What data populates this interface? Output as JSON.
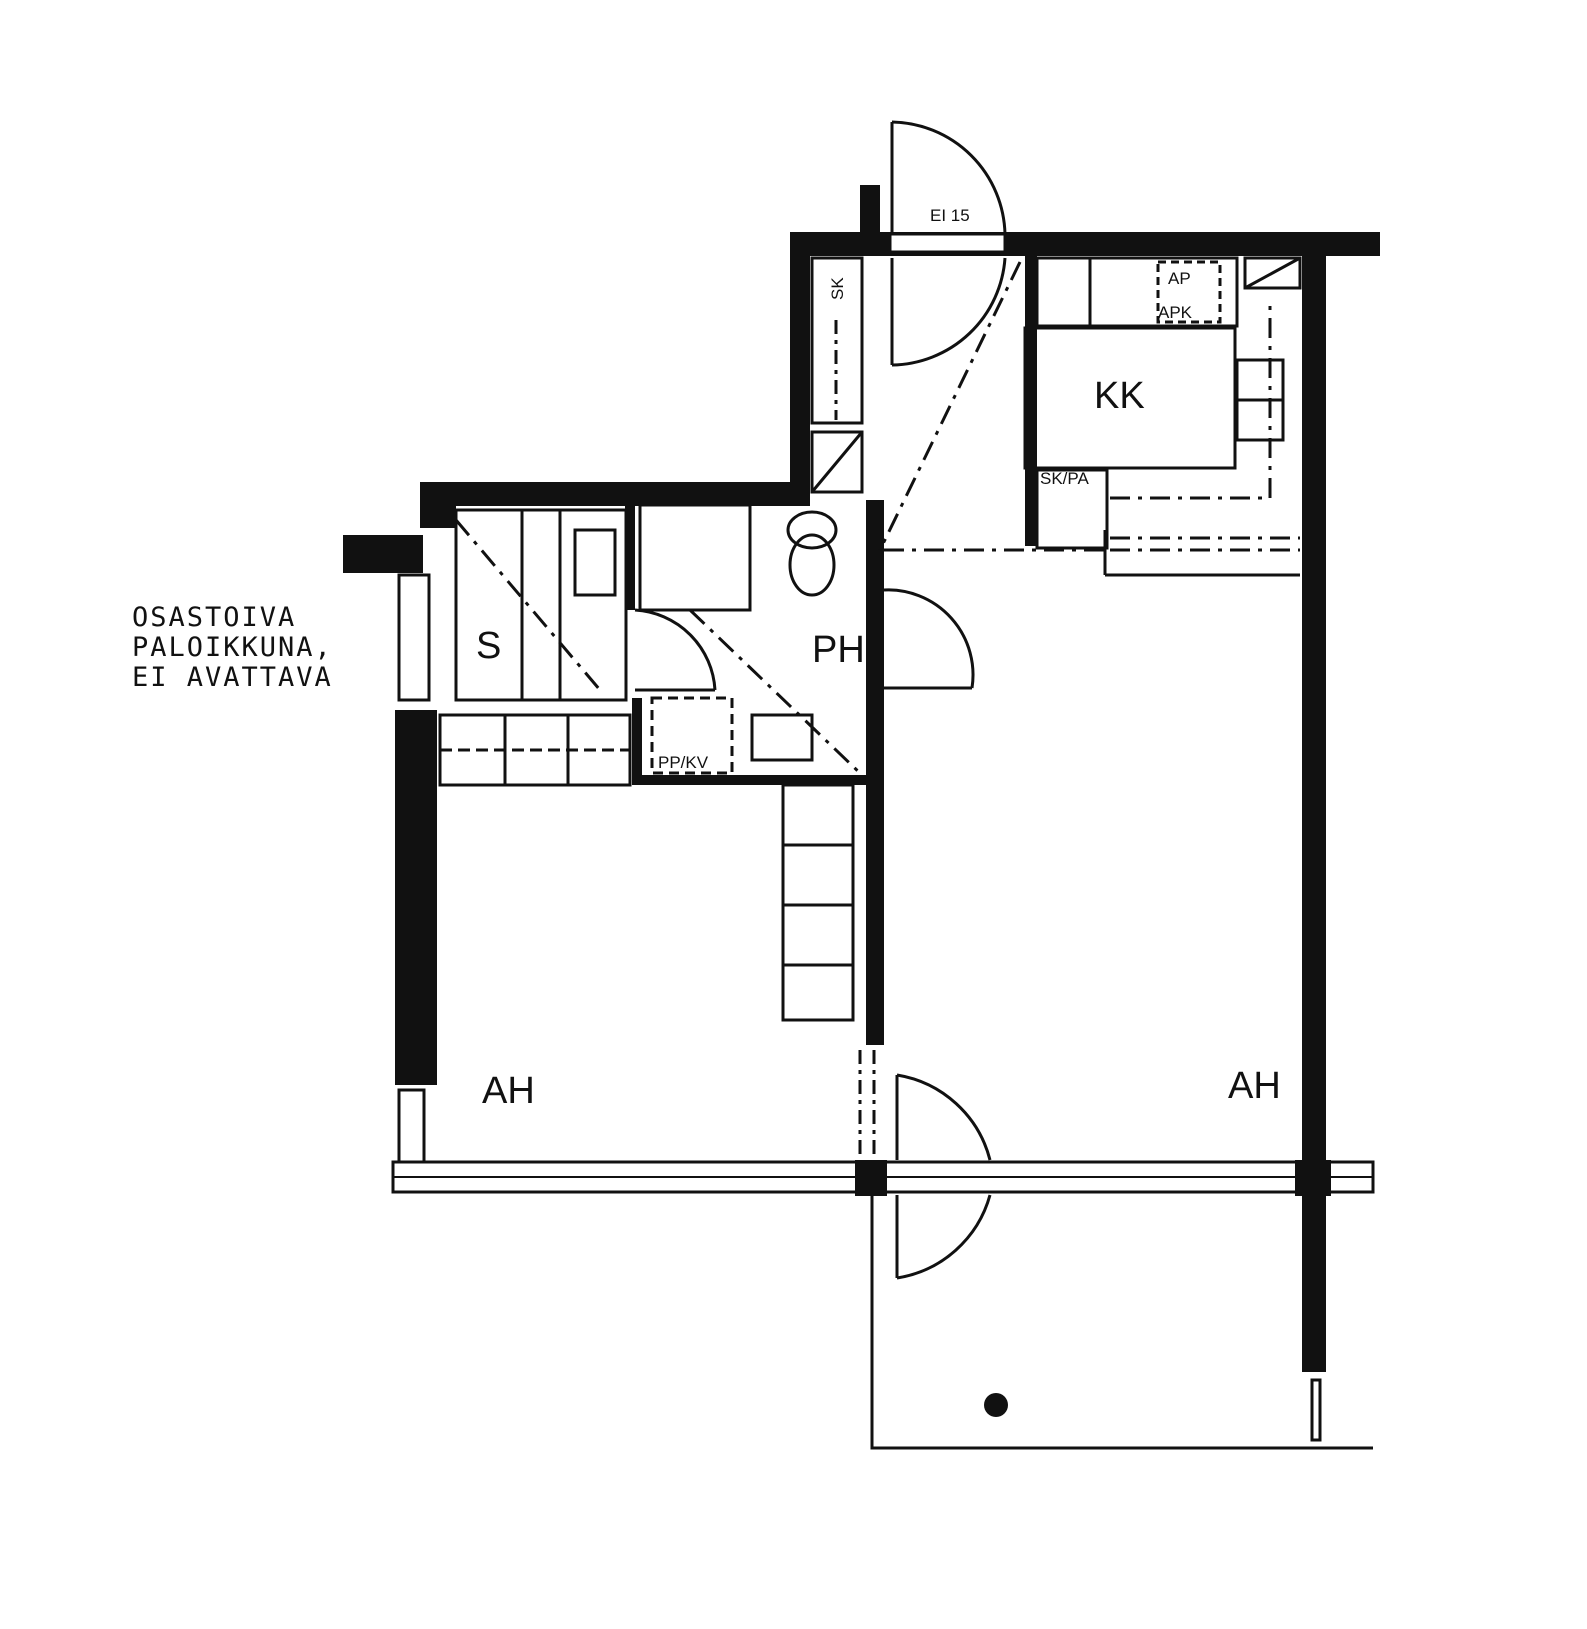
{
  "note": {
    "line1": "OSASTOIVA",
    "line2": "PALOIKKUNA,",
    "line3": "EI AVATTAVA"
  },
  "rooms": {
    "ah_left": "AH",
    "ah_right": "AH",
    "kk": "KK",
    "ph": "PH",
    "s": "S"
  },
  "labels": {
    "door_rating": "EI 15",
    "sk": "SK",
    "sk_pa": "SK/PA",
    "ap": "AP",
    "apk": "APK",
    "pp_kv": "PP/KV"
  }
}
